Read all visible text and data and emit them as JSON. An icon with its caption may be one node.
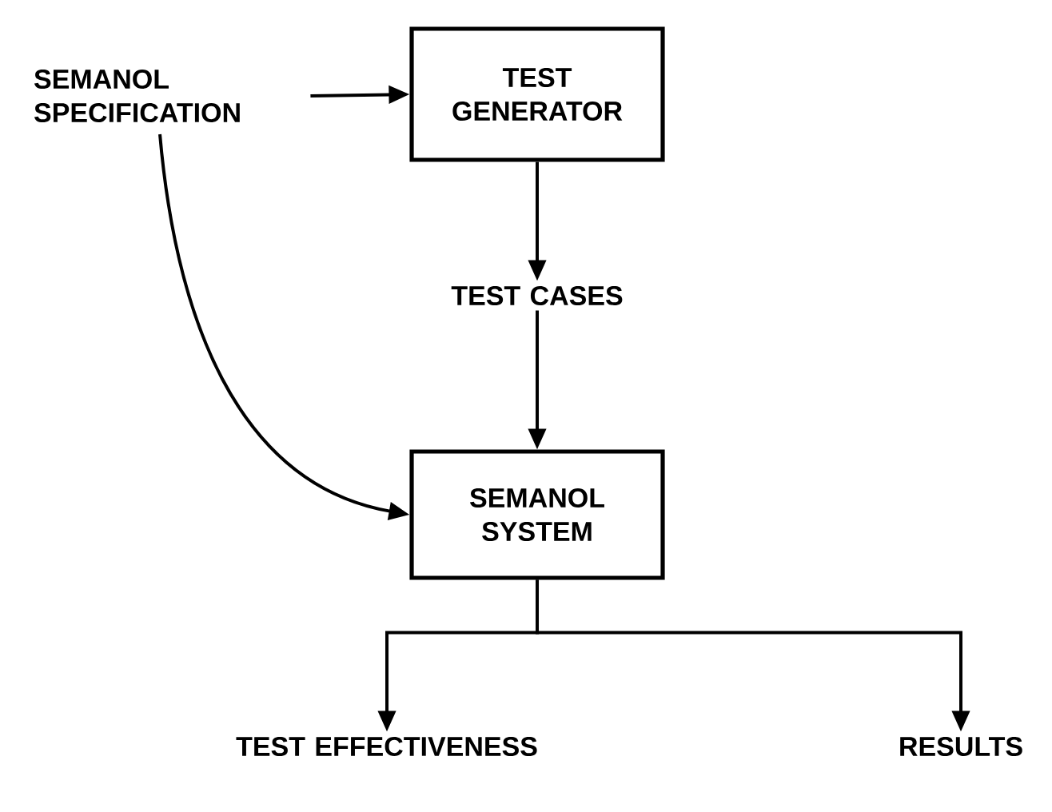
{
  "diagram": {
    "nodes": [
      {
        "text": [
          "SEMANOL SPECIFICATION"
        ]
      },
      {
        "text": [
          "TEST GENERATOR"
        ]
      },
      {
        "text": [
          "TEST CASES"
        ]
      },
      {
        "text": [
          "SEMANOL SYSTEM"
        ]
      },
      {
        "text": [
          "TEST EFFECTIVENESS"
        ]
      },
      {
        "text": [
          "RESULTS"
        ]
      }
    ],
    "edges": [
      {
        "from": 0,
        "to": 1,
        "arrow": "to"
      },
      {
        "from": 1,
        "to": 2,
        "arrow": "to"
      },
      {
        "from": 2,
        "to": 3,
        "arrow": "to"
      },
      {
        "from": 0,
        "to": 3,
        "arrow": "to"
      },
      {
        "from": 3,
        "to": 4,
        "arrow": "to"
      },
      {
        "from": 3,
        "to": 5,
        "arrow": "to"
      }
    ]
  }
}
